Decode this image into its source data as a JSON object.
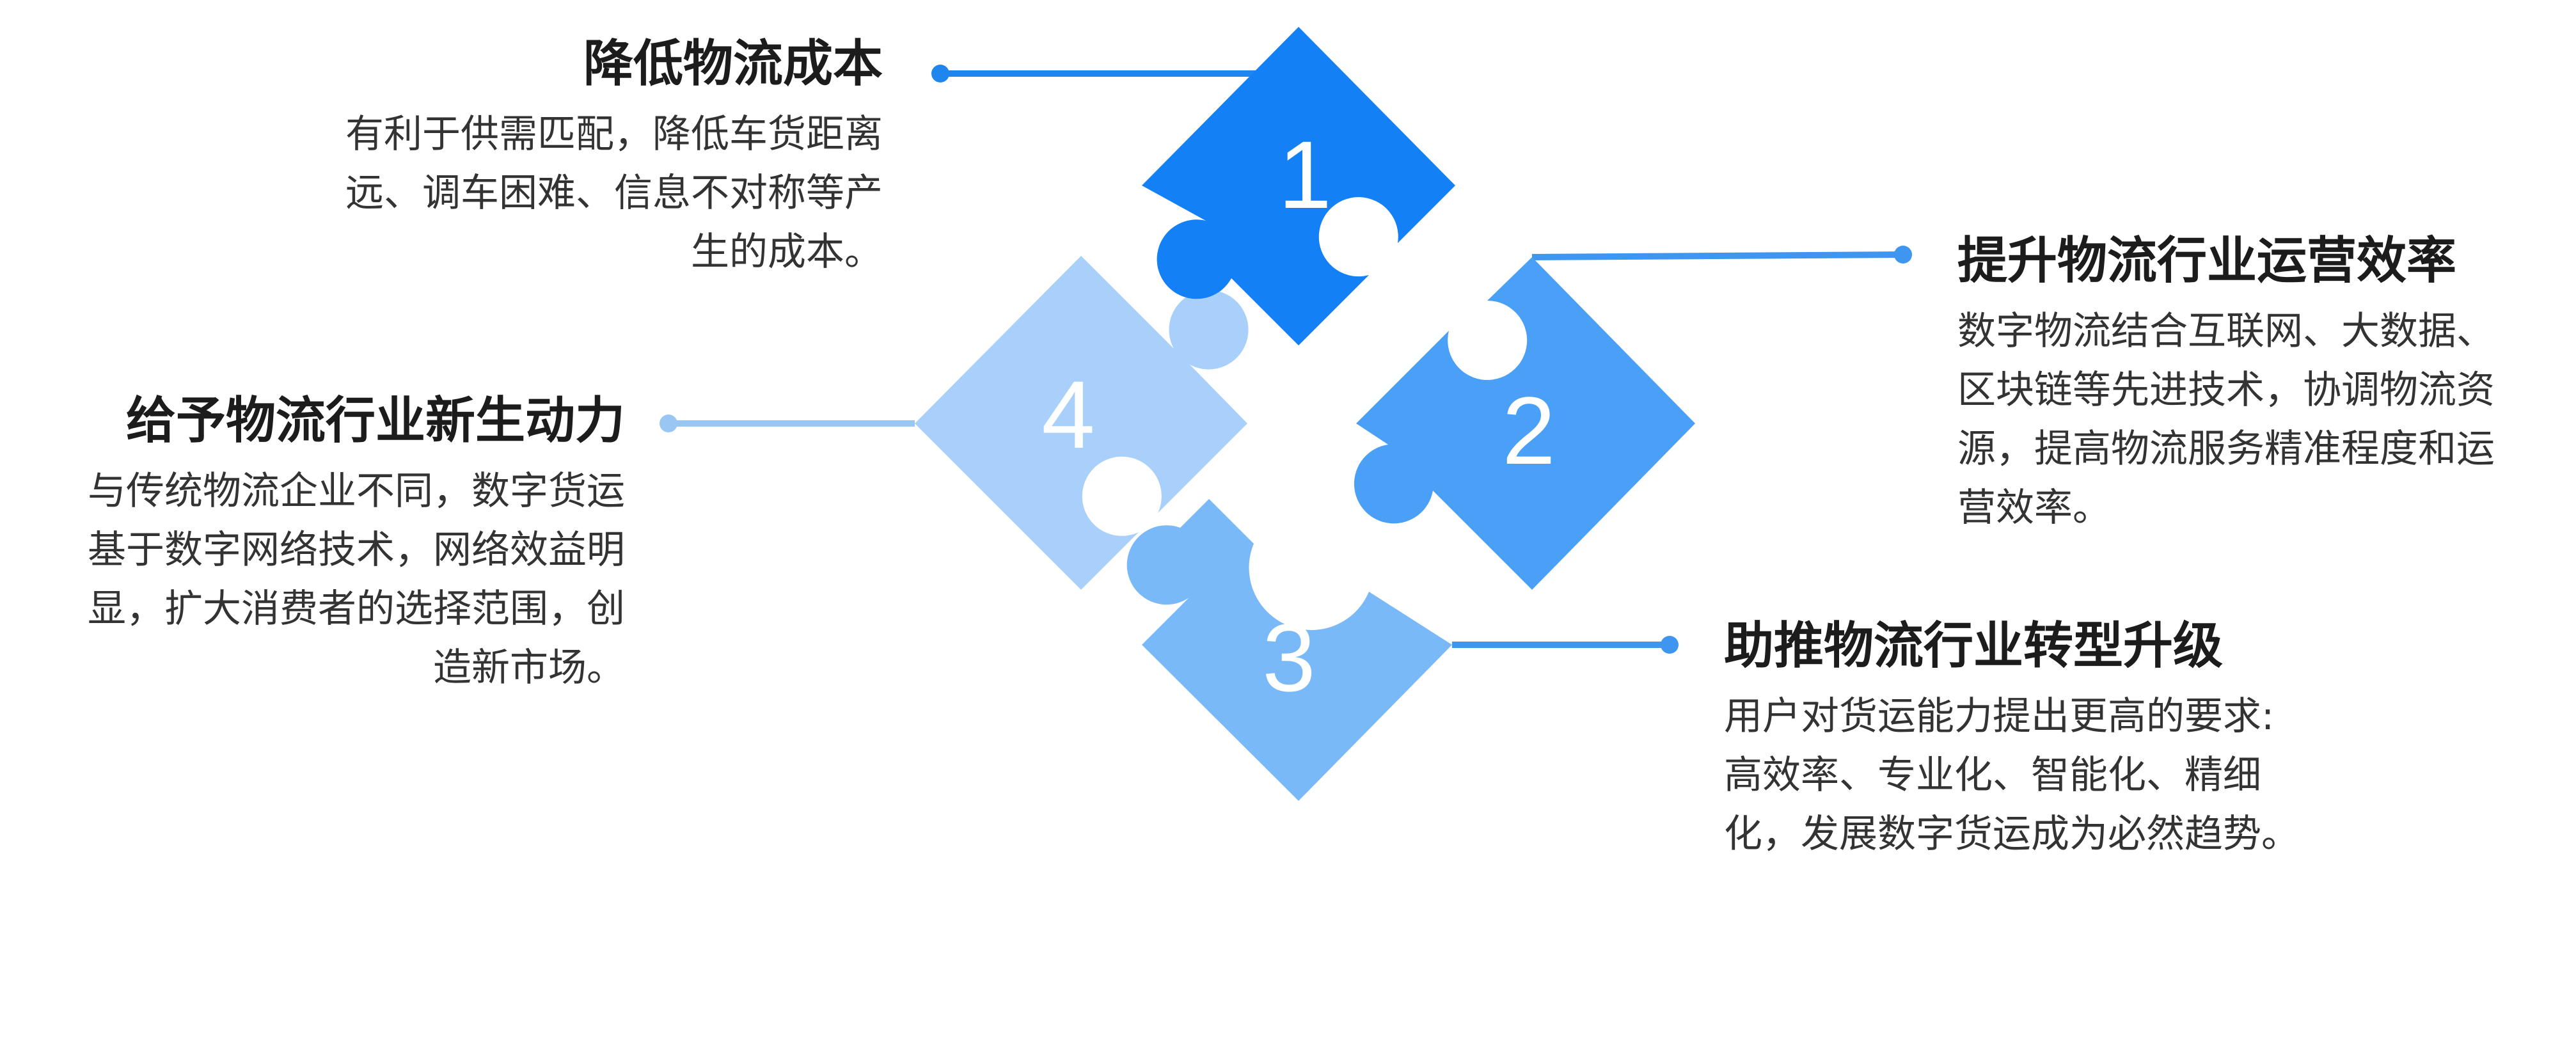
{
  "colors": {
    "piece_1": "#1480f5",
    "piece_2": "#4aa0f7",
    "piece_3": "#7ab9f8",
    "piece_4": "#a8d0fa",
    "connector_1": "#1f86f0",
    "connector_2": "#3f96f0",
    "connector_3": "#3f96f0",
    "connector_4": "#9ac6f3",
    "number_text": "#ffffff"
  },
  "pieces": [
    {
      "number": "1"
    },
    {
      "number": "2"
    },
    {
      "number": "3"
    },
    {
      "number": "4"
    }
  ],
  "items": [
    {
      "title": "降低物流成本",
      "lines": [
        "有利于供需匹配，降低车货距离",
        "远、调车困难、信息不对称等产",
        "生的成本。"
      ]
    },
    {
      "title": "提升物流行业运营效率",
      "lines": [
        "数字物流结合互联网、大数据、",
        "区块链等先进技术，协调物流资",
        "源，提高物流服务精准程度和运",
        "营效率。"
      ]
    },
    {
      "title": "助推物流行业转型升级",
      "lines": [
        "用户对货运能力提出更高的要求:",
        "高效率、专业化、智能化、精细",
        "化，发展数字货运成为必然趋势。"
      ]
    },
    {
      "title": "给予物流行业新生动力",
      "lines": [
        "与传统物流企业不同，数字货运",
        "基于数字网络技术，网络效益明",
        "显，扩大消费者的选择范围，创",
        "造新市场。"
      ]
    }
  ]
}
